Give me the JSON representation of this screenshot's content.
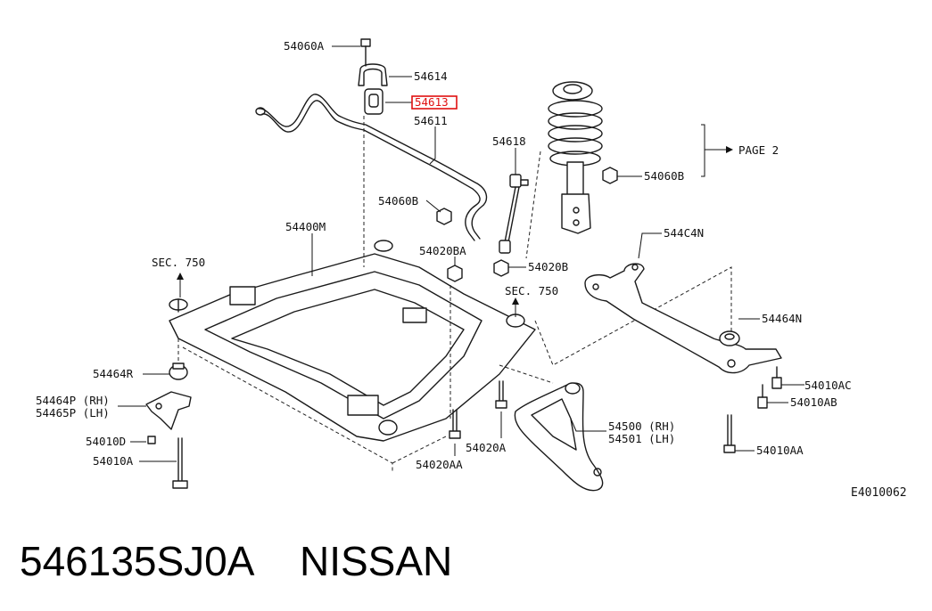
{
  "callouts": {
    "p54060A": "54060A",
    "p54614": "54614",
    "p54613": "54613",
    "p54611": "54611",
    "p54618": "54618",
    "p54060B_a": "54060B",
    "p54060B_b": "54060B",
    "p54400M": "54400M",
    "p54020BA": "54020BA",
    "p54020B": "54020B",
    "sec750_left": "SEC. 750",
    "sec750_mid": "SEC. 750",
    "page2": "PAGE 2",
    "p544C4N": "544C4N",
    "p54464N": "54464N",
    "p54464R": "54464R",
    "p54464P": "54464P (RH)",
    "p54465P": "54465P (LH)",
    "p54010D": "54010D",
    "p54010A": "54010A",
    "p54020AA": "54020AA",
    "p54020A": "54020A",
    "p54500": "54500 (RH)",
    "p54501": "54501 (LH)",
    "p54010AC": "54010AC",
    "p54010AB": "54010AB",
    "p54010AA": "54010AA"
  },
  "diagram_code": "E4010062",
  "caption": {
    "part_number": "546135SJ0A",
    "brand": "NISSAN"
  },
  "highlight_color": "#e01010"
}
